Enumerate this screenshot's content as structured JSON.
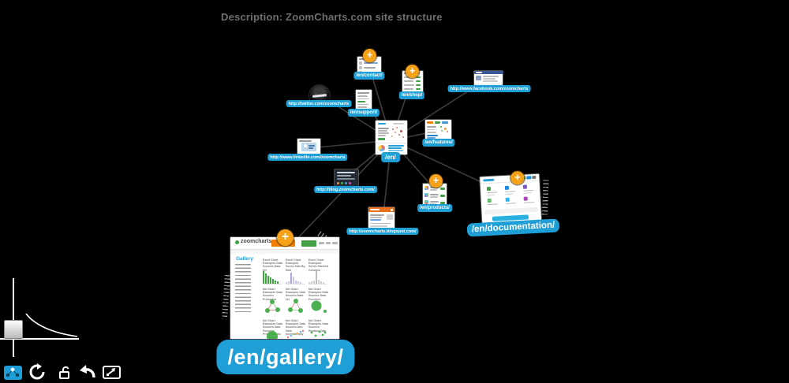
{
  "title": "Description: ZoomCharts.com site structure",
  "ui": {
    "plus": "+",
    "label_bg": "#1f9fd6",
    "badge_color": "#f7a119",
    "edge_color": "#3d3d3d",
    "background": "#000000"
  },
  "nodes": {
    "home": {
      "label": "/en/"
    },
    "contact": {
      "label": "/en/contact/"
    },
    "shop": {
      "label": "/en/shop/"
    },
    "support": {
      "label": "/en/support/"
    },
    "features": {
      "label": "/en/features/"
    },
    "products": {
      "label": "/en/products/"
    },
    "documentation": {
      "label": "/en/documentation/"
    },
    "gallery": {
      "label": "/en/gallery/"
    },
    "facebook": {
      "label": "http://www.facebook.com/zoomcharts"
    },
    "twitter": {
      "label": "http://twitter.com/zoomcharts"
    },
    "linkedin": {
      "label": "http://www.linkedin.com/zoomcharts"
    },
    "blog": {
      "label": "http://blog.zoomcharts.com/"
    },
    "blogspot": {
      "label": "http://zoomcharts.blogspot.com/"
    }
  },
  "gallery_page": {
    "logo": "zoomcharts",
    "heading": "Gallery",
    "captions": [
      "Excel Chart Examples Data Sources Data Url",
      "Excel Chart Examples Series Side-By-Side",
      "Excel Chart Examples Series Stacked Columns",
      "Net Chart Examples Data Sources Preloaded",
      "Net Chart Examples Data Sources Data Url",
      "Net Chart Examples Data Sources Data Function",
      "Net Chart Examples Data Sources Data Function Preload Links",
      "Net Chart Examples Data Sources Add Data Incrementally",
      "Net Chart Examples Data Sources Replace Data"
    ]
  },
  "toolbar": {
    "icons": [
      "chart-style-icon",
      "rotate-icon",
      "unlock-icon",
      "back-icon",
      "fullscreen-icon"
    ]
  }
}
